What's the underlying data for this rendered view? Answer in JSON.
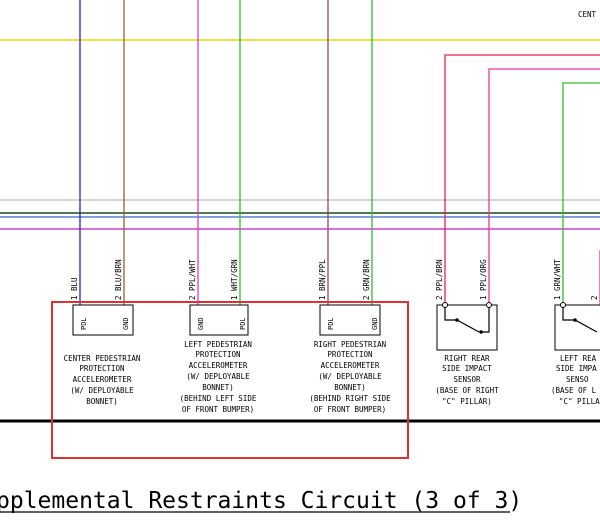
{
  "header_fragment": "CENT",
  "footer_title": "pplemental Restraints Circuit (3 of 3)",
  "wires": {
    "center": {
      "pin2": "2 BLU/BRN",
      "pin1": "1 BLU"
    },
    "left": {
      "pin2": "2 PPL/WHT",
      "pin1": "1 WHT/GRN"
    },
    "right": {
      "pin2": "2 GRN/BRN",
      "pin1": "1 BRN/PPL"
    },
    "rear_right": {
      "pin2": "2 PPL/BRN",
      "pin1": "1 PPL/ORG"
    },
    "rear_left": {
      "pin1": "1 GRN/WHT",
      "pin2": "2"
    }
  },
  "pins": {
    "power": "PDL",
    "ground": "GND"
  },
  "components": {
    "center_accel": [
      "CENTER PEDESTRIAN",
      "PROTECTION",
      "ACCELEROMETER",
      "(W/ DEPLOYABLE",
      "BONNET)"
    ],
    "left_accel": [
      "LEFT PEDESTRIAN",
      "PROTECTION",
      "ACCELEROMETER",
      "(W/ DEPLOYABLE",
      "BONNET)",
      "(BEHIND LEFT SIDE",
      "OF FRONT BUMPER)"
    ],
    "right_accel": [
      "RIGHT PEDESTRIAN",
      "PROTECTION",
      "ACCELEROMETER",
      "(W/ DEPLOYABLE",
      "BONNET)",
      "(BEHIND RIGHT SIDE",
      "OF FRONT BUMPER)"
    ],
    "right_rear_sensor": [
      "RIGHT REAR",
      "SIDE IMPACT",
      "SENSOR",
      "(BASE OF RIGHT",
      "\"C\" PILLAR)"
    ],
    "left_rear_sensor": [
      "LEFT REA",
      "SIDE IMPA",
      "SENSO",
      "(BASE OF L",
      "\"C\" PILLA"
    ]
  },
  "colors": {
    "blu": "#2222cc",
    "brn": "#8b6a2b",
    "ppl": "#cc44cc",
    "grn": "#33bb33",
    "red": "#ee2244",
    "pink": "#ee3399",
    "yellow": "#dddd00",
    "highlight": "#e03030"
  }
}
